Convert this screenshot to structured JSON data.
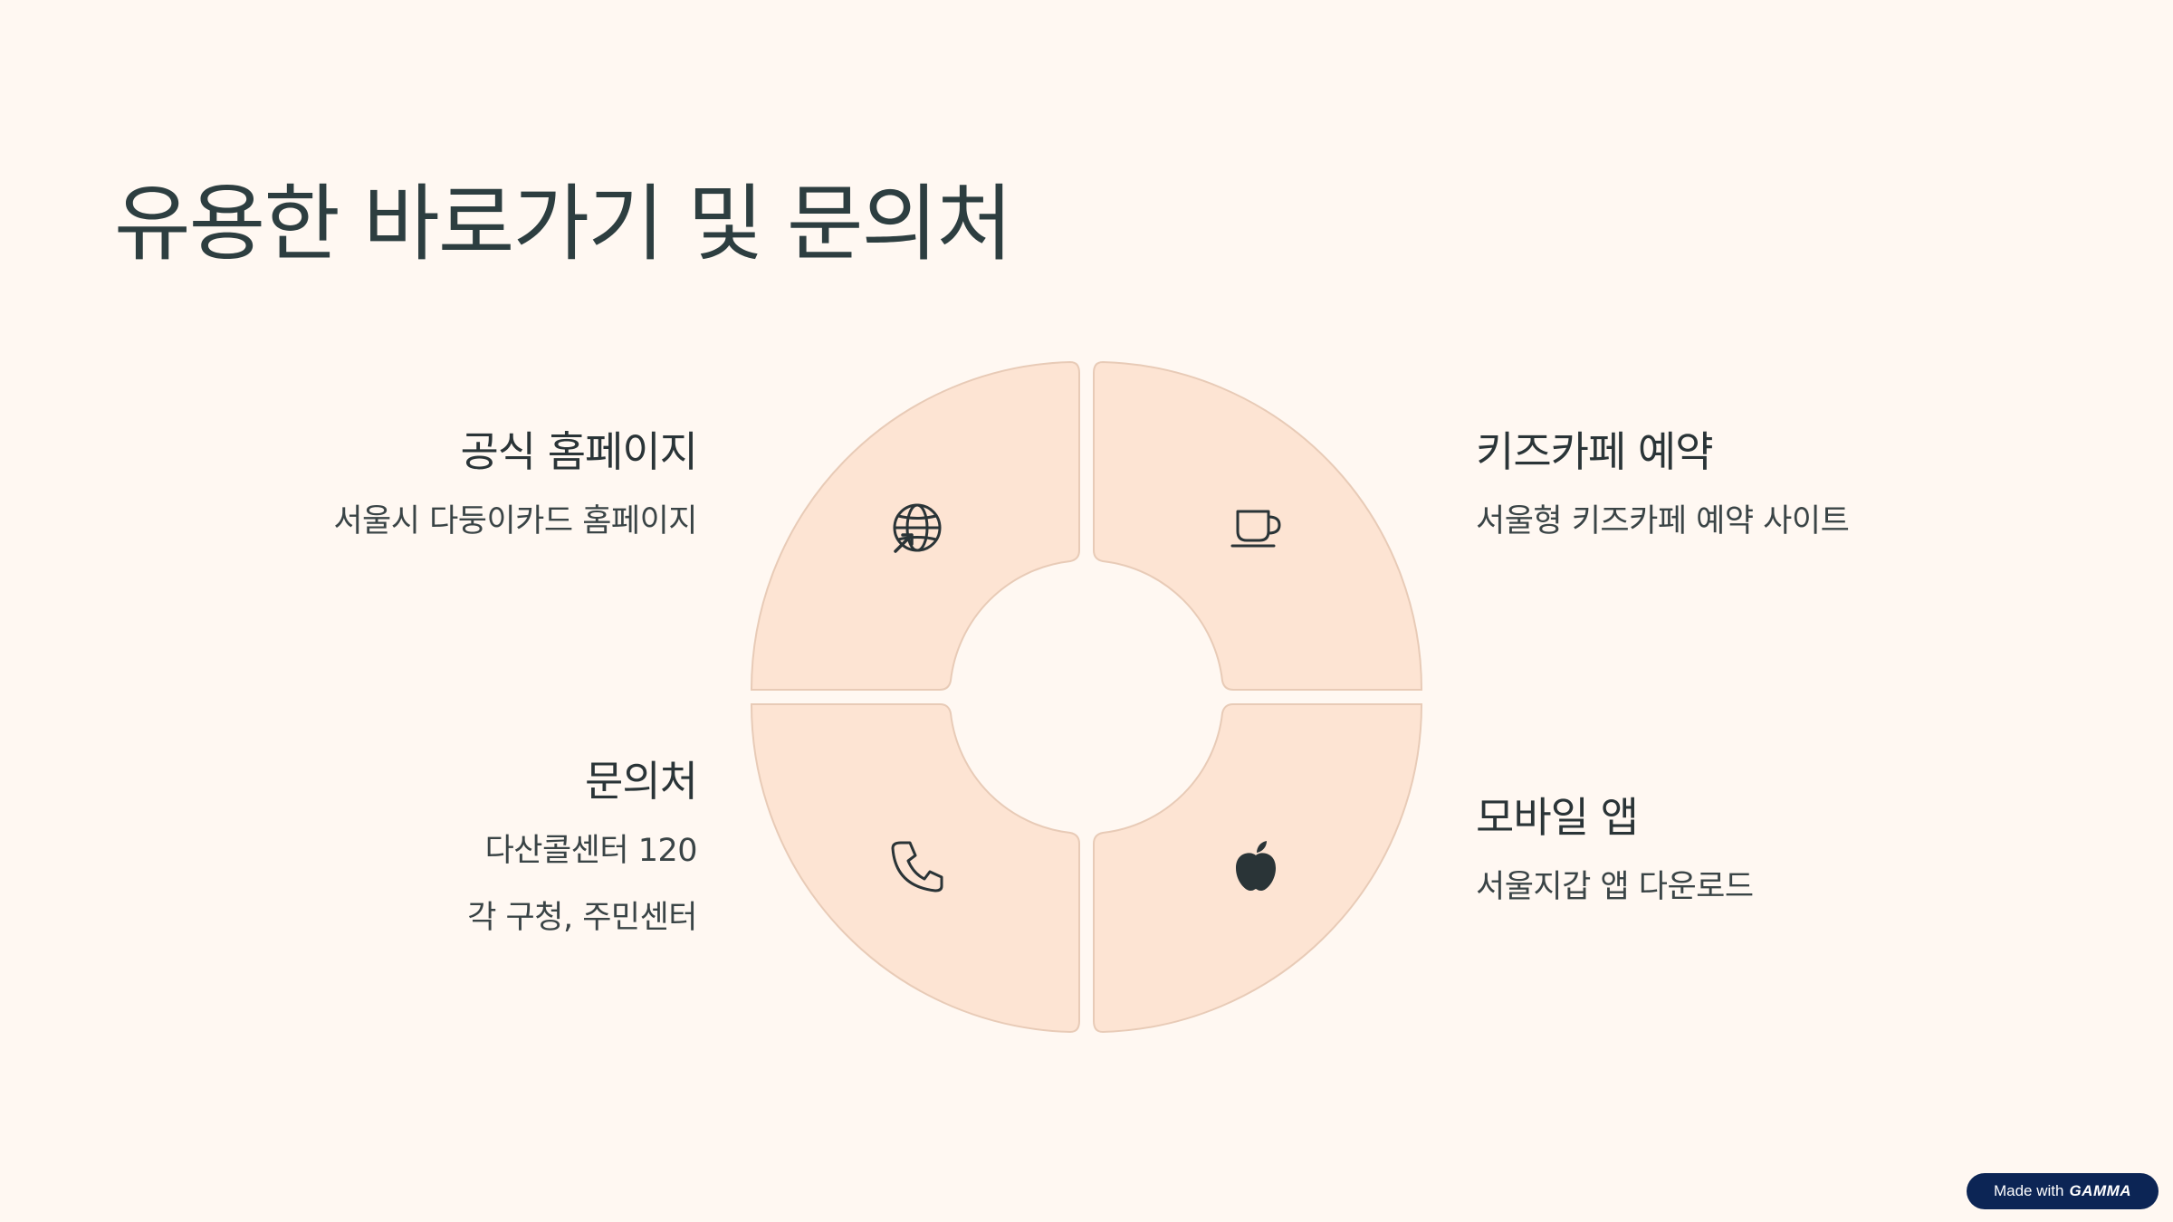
{
  "title": "유용한 바로가기 및 문의처",
  "items": {
    "home": {
      "title": "공식 홈페이지",
      "lines": [
        "서울시 다둥이카드 홈페이지"
      ],
      "icon": "globe-icon"
    },
    "kids": {
      "title": "키즈카페 예약",
      "lines": [
        "서울형 키즈카페 예약 사이트"
      ],
      "icon": "coffee-cup-icon"
    },
    "contact": {
      "title": "문의처",
      "lines": [
        "다산콜센터 120",
        "각 구청, 주민센터"
      ],
      "icon": "phone-icon"
    },
    "mobile": {
      "title": "모바일 앱",
      "lines": [
        "서울지갑 앱 다운로드"
      ],
      "icon": "apple-icon"
    }
  },
  "badge": {
    "prefix": "Made with",
    "brand": "GAMMA"
  },
  "colors": {
    "background": "#fff8f2",
    "segment_fill": "#fde4d3",
    "segment_stroke": "#e8cbb7",
    "text": "#2a3437",
    "badge": "#0c2555"
  }
}
